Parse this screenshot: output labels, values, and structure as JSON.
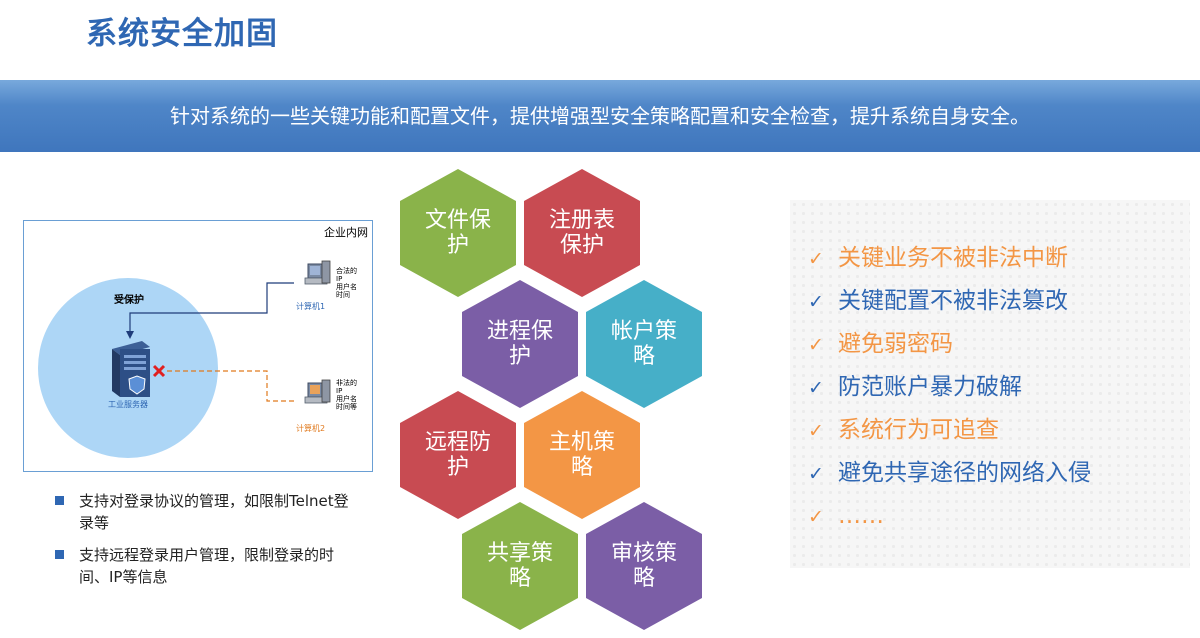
{
  "title": "系统安全加固",
  "banner": "针对系统的一些关键功能和配置文件，提供增强型安全策略配置和安全检查，提升系统自身安全。",
  "diagram": {
    "lan_label": "企业内网",
    "protected_label": "受保护",
    "server_label": "工业服务器",
    "pc1": {
      "info": [
        "合法的",
        "IP",
        "用户名",
        "时间"
      ],
      "label": "计算机1"
    },
    "pc2": {
      "info": [
        "非法的",
        "IP",
        "用户名",
        "时间等"
      ],
      "label": "计算机2"
    }
  },
  "bullets": [
    "支持对登录协议的管理，如限制Telnet登录等",
    "支持远程登录用户管理，限制登录的时间、IP等信息"
  ],
  "hexagons": [
    {
      "label": "文件保护",
      "color": "#8ab34a"
    },
    {
      "label": "注册表保护",
      "color": "#c84b52"
    },
    {
      "label": "进程保护",
      "color": "#7b5ea6"
    },
    {
      "label": "帐户策略",
      "color": "#46afc8"
    },
    {
      "label": "远程防护",
      "color": "#c84b52"
    },
    {
      "label": "主机策略",
      "color": "#f39645"
    },
    {
      "label": "共享策略",
      "color": "#8ab34a"
    },
    {
      "label": "审核策略",
      "color": "#7b5ea6"
    }
  ],
  "checklist": [
    {
      "mark": "✓",
      "text": "关键业务不被非法中断",
      "color": "#f39645"
    },
    {
      "mark": "✓",
      "text": "关键配置不被非法篡改",
      "color": "#2f67b3"
    },
    {
      "mark": "✓",
      "text": "避免弱密码",
      "color": "#f39645"
    },
    {
      "mark": "✓",
      "text": "防范账户暴力破解",
      "color": "#2f67b3"
    },
    {
      "mark": "✓",
      "text": "系统行为可追查",
      "color": "#f39645"
    },
    {
      "mark": "✓",
      "text": "避免共享途径的网络入侵",
      "color": "#2f67b3"
    },
    {
      "mark": "✓",
      "text": "……",
      "color": "#f39645"
    }
  ]
}
